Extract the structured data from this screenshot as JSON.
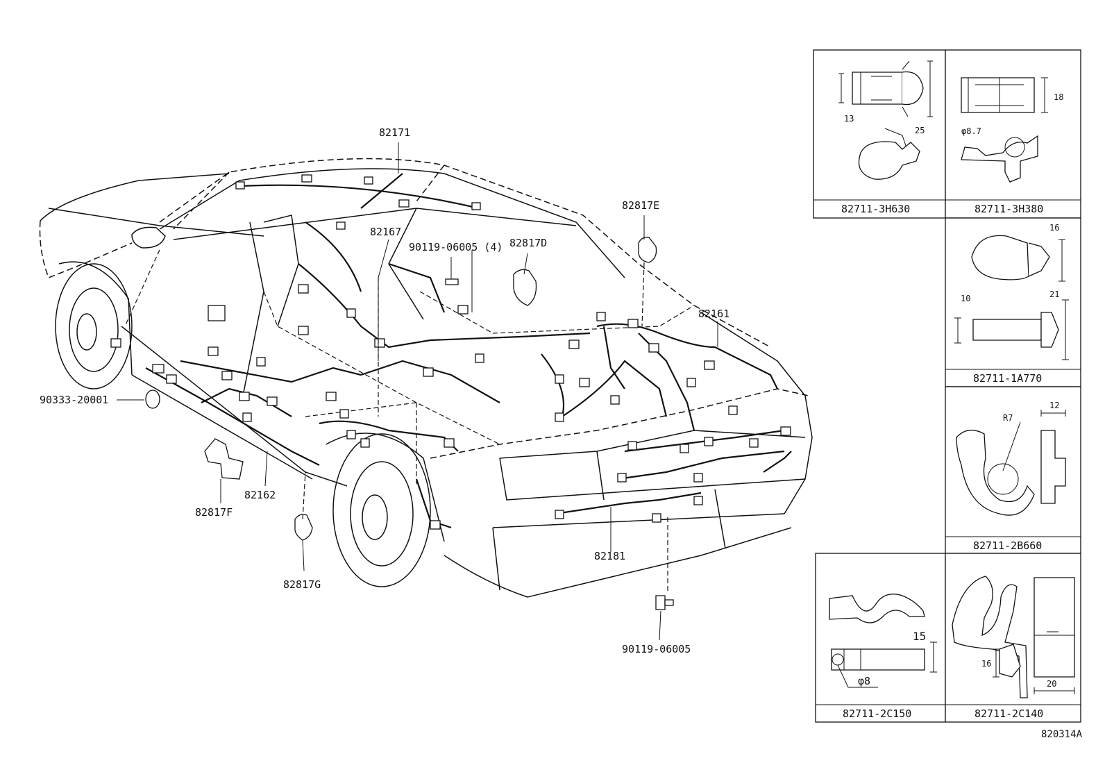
{
  "main_parts": {
    "p82171": "82171",
    "p82167": "82167",
    "p90119_06005_4": "90119-06005 (4)",
    "p82817D": "82817D",
    "p82817E": "82817E",
    "p82161": "82161",
    "p90333_20001": "90333-20001",
    "p82817F": "82817F",
    "p82162": "82162",
    "p82817G": "82817G",
    "p82181": "82181",
    "p90119_06005": "90119-06005"
  },
  "clamps": [
    {
      "part": "82711-3H630",
      "dims": [
        "13",
        "25"
      ]
    },
    {
      "part": "82711-3H380",
      "dims": [
        "18",
        "φ8.7"
      ]
    },
    {
      "part": "82711-1A770",
      "dims": [
        "16",
        "10",
        "21"
      ]
    },
    {
      "part": "82711-2B660",
      "dims": [
        "R7",
        "12"
      ]
    },
    {
      "part": "82711-2C150",
      "dims": [
        "15",
        "φ8"
      ]
    },
    {
      "part": "82711-2C140",
      "dims": [
        "16",
        "20"
      ]
    }
  ],
  "figure_code": "820314A"
}
